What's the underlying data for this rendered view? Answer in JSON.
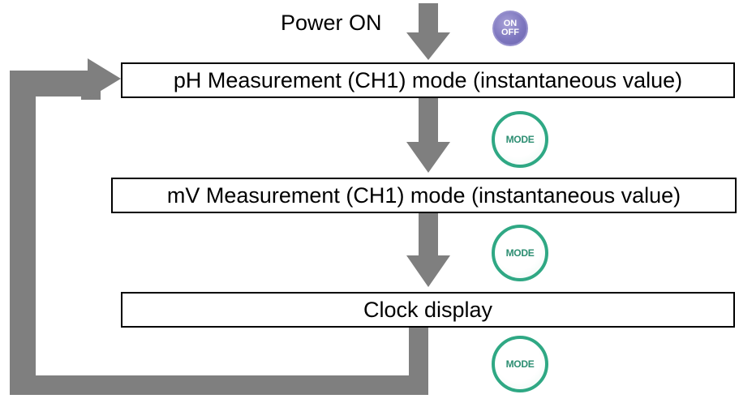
{
  "power": {
    "label": "Power ON",
    "button_top": "ON",
    "button_bottom": "OFF"
  },
  "modes": [
    {
      "label": "pH Measurement (CH1) mode (instantaneous value)"
    },
    {
      "label": "mV Measurement (CH1) mode (instantaneous value)"
    },
    {
      "label": "Clock display"
    }
  ],
  "mode_button_label": "MODE",
  "colors": {
    "arrow": "#7f7f7f",
    "mode_button_ring": "#2fa884",
    "mode_button_text": "#2d8e72",
    "onoff_button": "#7e77bf",
    "box_border": "#000000"
  },
  "icons": {
    "power_button": "on-off-button-icon",
    "mode_button": "mode-button-icon"
  }
}
